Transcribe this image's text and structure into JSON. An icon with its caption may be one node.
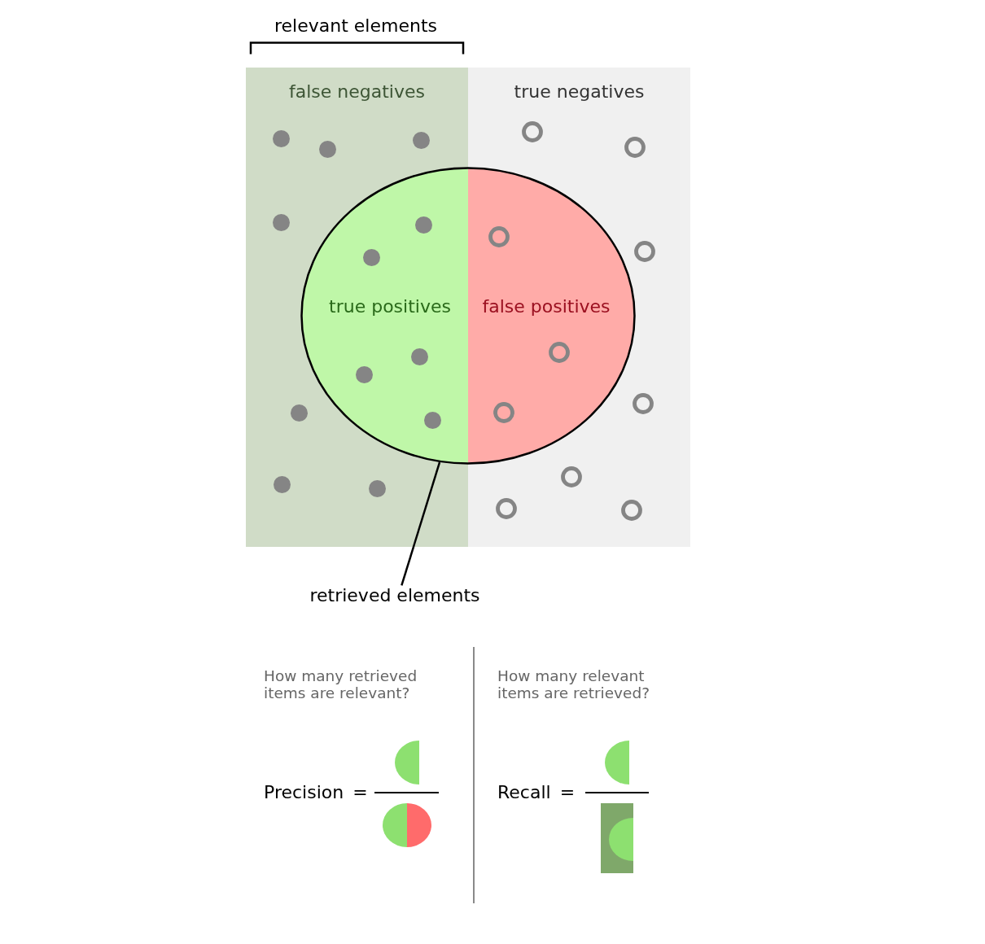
{
  "diagram": {
    "nodes": [
      {
        "text": [
          "false negatives"
        ]
      },
      {
        "text": [
          "true negatives"
        ]
      },
      {
        "text": [],
        "shape": "ellipse"
      },
      {
        "text": [
          "true positives"
        ]
      },
      {
        "text": [
          "false positives"
        ]
      },
      {
        "text": [
          "retrieved elements"
        ]
      }
    ],
    "edges": [
      {
        "from": 5,
        "to": 2,
        "arrow": "none"
      }
    ],
    "labels": [
      "relevant elements",
      "How many retrieved items are relevant?",
      "Precision =",
      "How many relevant items are retrieved?",
      "Recall ="
    ]
  }
}
